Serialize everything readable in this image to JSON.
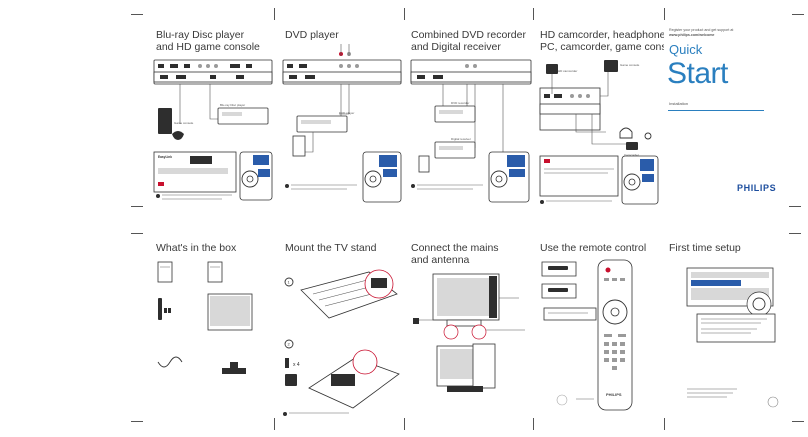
{
  "panels": {
    "bluray": {
      "title": "Blu-ray Disc player\nand HD game console",
      "game_label": "Game console",
      "player_label": "Blu-ray Disc player",
      "easylink_title": "EasyLink"
    },
    "dvd": {
      "title": "DVD player",
      "player_label": "DVD player"
    },
    "combined": {
      "title": "Combined DVD recorder\nand Digital receiver",
      "recorder_label": "DVD recorder",
      "receiver_label": "Digital receiver"
    },
    "hd": {
      "title": "HD camcorder, headphones,\nPC, camcorder, game console",
      "hd_cam_label": "HD camcorder",
      "game_label": "Game console",
      "cam_label": "Camcorder"
    },
    "box": {
      "title": "What's in the box"
    },
    "stand": {
      "title": "Mount the TV stand",
      "steps": [
        "1",
        "2"
      ],
      "screw_count": "x 4"
    },
    "mains": {
      "title": "Connect the mains\nand antenna"
    },
    "remote": {
      "title": "Use the remote control",
      "brand": "PHILIPS"
    },
    "setup": {
      "title": "First time setup"
    }
  },
  "cover": {
    "url_lines": [
      "Register your product and get support at",
      "www.philips.com/welcome"
    ],
    "quick": "Quick",
    "start": "Start",
    "installation": "Installation",
    "brand": "PHILIPS"
  },
  "colors": {
    "accent": "#2a7fbf",
    "brand": "#1d4e9e",
    "warning": "#c8102e"
  }
}
